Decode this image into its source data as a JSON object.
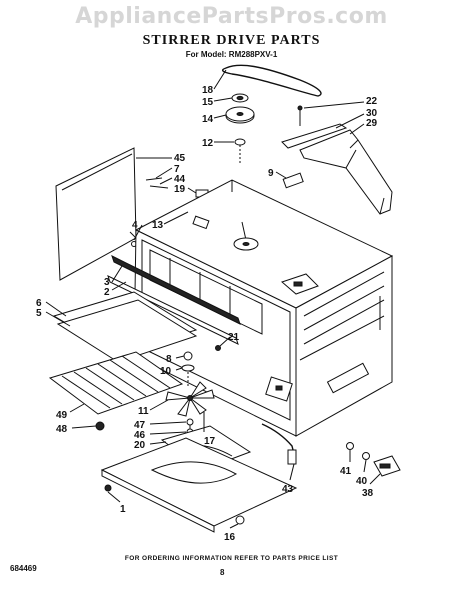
{
  "watermark": "AppliancePartsPros.com",
  "title": "STIRRER DRIVE PARTS",
  "model_line": "For Model: RM288PXV-1",
  "footer_text": "FOR ORDERING INFORMATION REFER TO PARTS PRICE LIST",
  "page_number": "8",
  "doc_number": "684469",
  "callouts": {
    "n18": "18",
    "n15": "15",
    "n14": "14",
    "n12": "12",
    "n22": "22",
    "n30": "30",
    "n29": "29",
    "n45": "45",
    "n7": "7",
    "n44": "44",
    "n19": "19",
    "n9": "9",
    "n13": "13",
    "n4": "4",
    "n3": "3",
    "n2": "2",
    "n6": "6",
    "n5": "5",
    "n8": "8",
    "n10": "10",
    "n21": "21",
    "n49": "49",
    "n48": "48",
    "n11": "11",
    "n47": "47",
    "n46": "46",
    "n20": "20",
    "n17": "17",
    "n43": "43",
    "n41": "41",
    "n40": "40",
    "n38": "38",
    "n1": "1",
    "n16": "16"
  }
}
